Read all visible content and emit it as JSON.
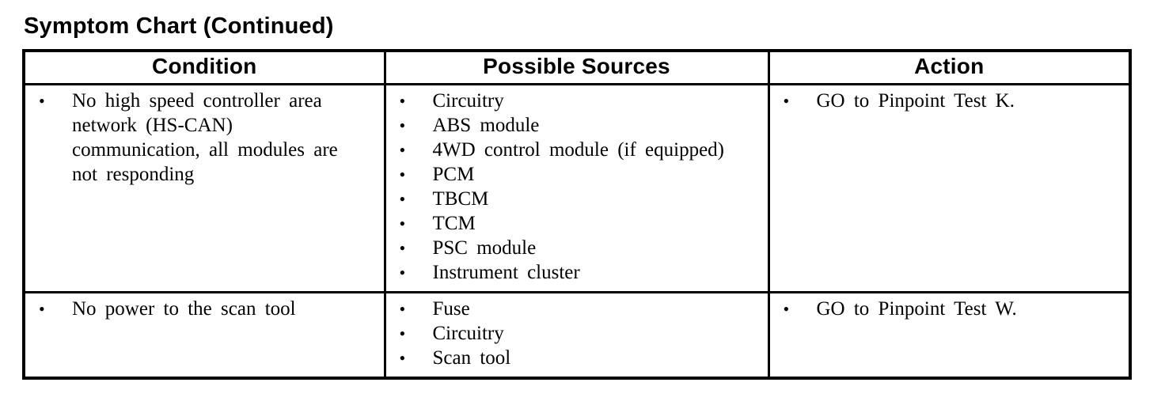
{
  "title": "Symptom Chart (Continued)",
  "icons": {
    "bullet": "•"
  },
  "colors": {
    "text": "#000000",
    "background": "#ffffff",
    "border": "#000000"
  },
  "table": {
    "headers": [
      "Condition",
      "Possible Sources",
      "Action"
    ],
    "rows": [
      {
        "condition": [
          "No high speed controller area network (HS-CAN) communication, all modules are not responding"
        ],
        "sources": [
          "Circuitry",
          "ABS module",
          "4WD control module (if equipped)",
          "PCM",
          "TBCM",
          "TCM",
          "PSC module",
          "Instrument cluster"
        ],
        "action": [
          "GO to Pinpoint Test K."
        ]
      },
      {
        "condition": [
          "No power to the scan tool"
        ],
        "sources": [
          "Fuse",
          "Circuitry",
          "Scan tool"
        ],
        "action": [
          "GO to Pinpoint Test W."
        ]
      }
    ]
  }
}
